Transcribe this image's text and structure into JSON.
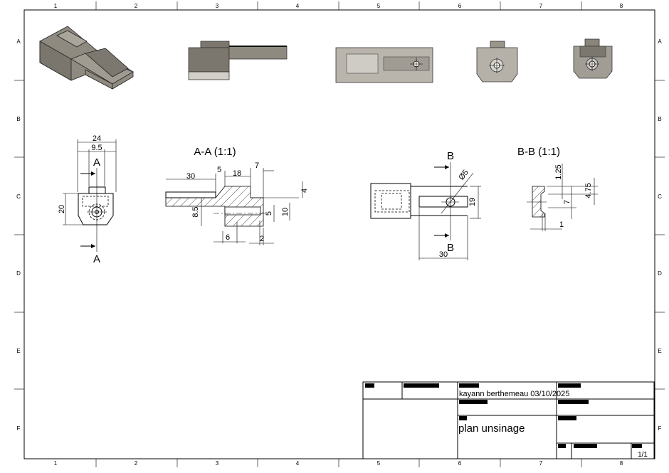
{
  "sheet": {
    "columns": [
      "1",
      "2",
      "3",
      "4",
      "5",
      "6",
      "7",
      "8"
    ],
    "rows": [
      "A",
      "B",
      "C",
      "D",
      "E",
      "F"
    ]
  },
  "front_view": {
    "dims": {
      "width_total": "24",
      "width_inner": "9.5",
      "height": "20"
    },
    "section_mark_top": "A",
    "section_mark_bottom": "A"
  },
  "section_aa": {
    "title": "A-A (1:1)",
    "dims": {
      "d30": "30",
      "d5": "5",
      "d18": "18",
      "d7": "7",
      "d4": "4",
      "d8_5": "8.5",
      "d5b": "5",
      "d10": "10",
      "d6": "6",
      "d2": "2"
    }
  },
  "top_view": {
    "section_mark_top": "B",
    "section_mark_bottom": "B",
    "dims": {
      "diameter": "Ø5",
      "d19": "19",
      "d30": "30"
    }
  },
  "section_bb": {
    "title": "B-B (1:1)",
    "dims": {
      "d1_25": "1.25",
      "d4_75": "4.75",
      "d7": "7",
      "d1": "1"
    }
  },
  "title_block": {
    "author_date": "kayann berthemeau 03/10/2025",
    "title": "plan unsinage",
    "sheet": "1/1"
  },
  "colors": {
    "part_body": "#8f8a80",
    "part_light": "#d2cfc8",
    "part_dark": "#6f6b63"
  }
}
